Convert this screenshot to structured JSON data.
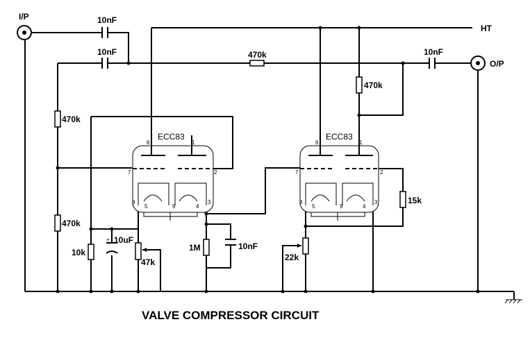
{
  "title": "VALVE COMPRESSOR CIRCUIT",
  "terminals": {
    "input": "I/P",
    "output": "O/P",
    "ht": "HT"
  },
  "tubes": [
    {
      "label": "ECC83",
      "pins": [
        "6",
        "1",
        "7",
        "2",
        "8",
        "5",
        "9",
        "4",
        "3"
      ]
    },
    {
      "label": "ECC83",
      "pins": [
        "6",
        "1",
        "7",
        "2",
        "8",
        "5",
        "9",
        "4",
        "3"
      ]
    }
  ],
  "components": {
    "c_in": "10nF",
    "c_in2": "10nF",
    "r_feedback": "470k",
    "c_out": "10nF",
    "r_load": "470k",
    "r_bias_top": "470k",
    "r_bias_bottom": "470k",
    "r_cathode": "10k",
    "c_cathode": "10uF",
    "pot_47k": "47k",
    "r_1m": "1M",
    "c_10nf_cathode": "10nF",
    "pot_22k": "22k",
    "r_15k": "15k"
  },
  "colors": {
    "ink": "#000000",
    "background": "#ffffff"
  }
}
